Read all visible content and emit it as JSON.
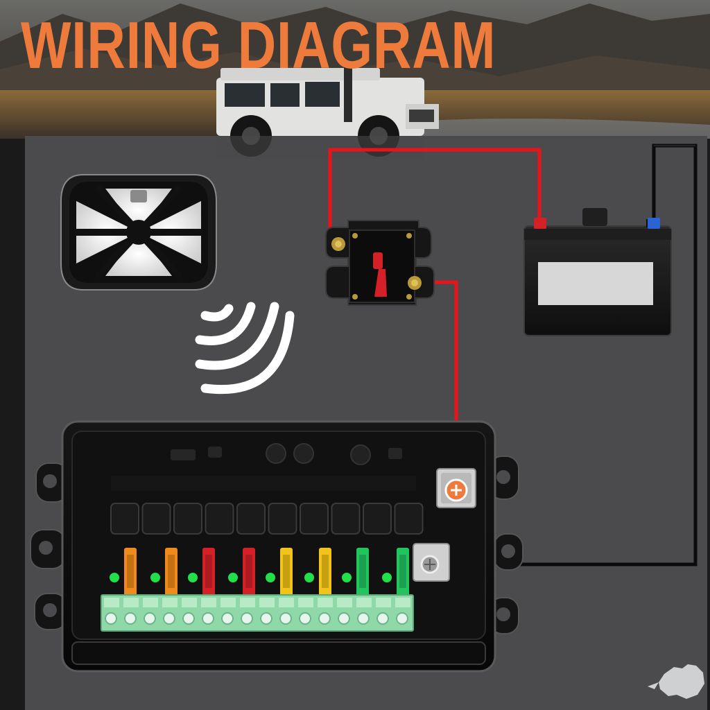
{
  "title": "WIRING DIAGRAM",
  "colors": {
    "title": "#EE7A3B",
    "panel": "#4b4b4d",
    "positive_wire": "#E8141A",
    "negative_wire": "#0B0B0B",
    "fuse_orange": "#F08A1C",
    "fuse_red": "#D42027",
    "fuse_yellow": "#F2C318",
    "fuse_green": "#22C45E",
    "terminal_green": "#8FD9A8",
    "led_green": "#22E04A"
  },
  "icons": {
    "remote": "remote-control-icon",
    "signal": "wireless-signal-icon",
    "breaker": "circuit-breaker-icon",
    "battery": "battery-icon",
    "fuse_box": "fuse-relay-box-icon",
    "plus": "positive-terminal-icon",
    "brand": "rhino-logo-icon"
  },
  "fuses": [
    "orange",
    "orange",
    "red",
    "red",
    "yellow",
    "yellow",
    "green",
    "green"
  ]
}
